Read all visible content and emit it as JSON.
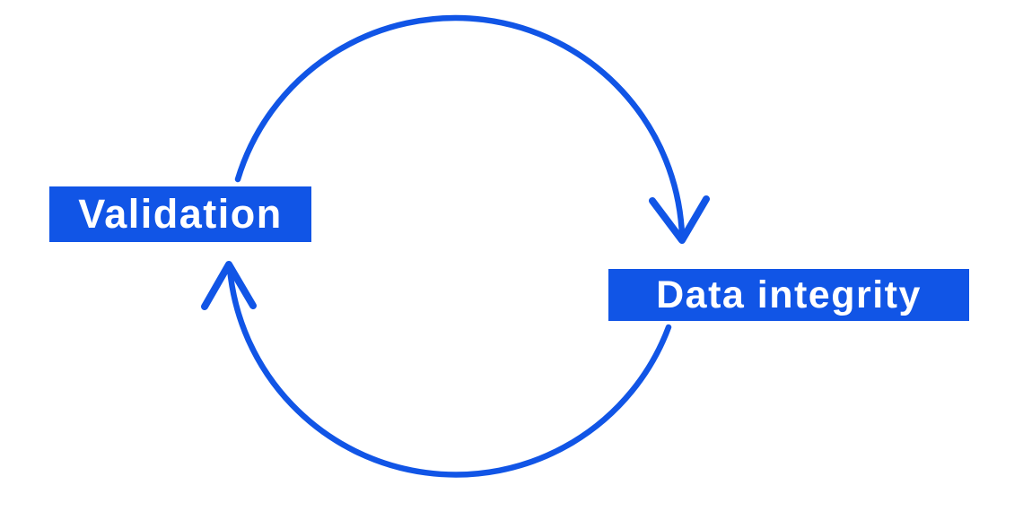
{
  "colors": {
    "accent_blue": "#1155e6",
    "label_text": "#ffffff",
    "canvas_bg": "#ffffff"
  },
  "diagram": {
    "type": "cycle",
    "nodes": [
      {
        "id": "validation",
        "label": "Validation"
      },
      {
        "id": "data-integrity",
        "label": "Data integrity"
      }
    ],
    "arrows": [
      {
        "name": "arrowhead-down-icon",
        "from": "Validation",
        "to": "Data integrity",
        "direction": "clockwise"
      },
      {
        "name": "arrowhead-up-icon",
        "from": "Data integrity",
        "to": "Validation",
        "direction": "clockwise"
      }
    ]
  }
}
